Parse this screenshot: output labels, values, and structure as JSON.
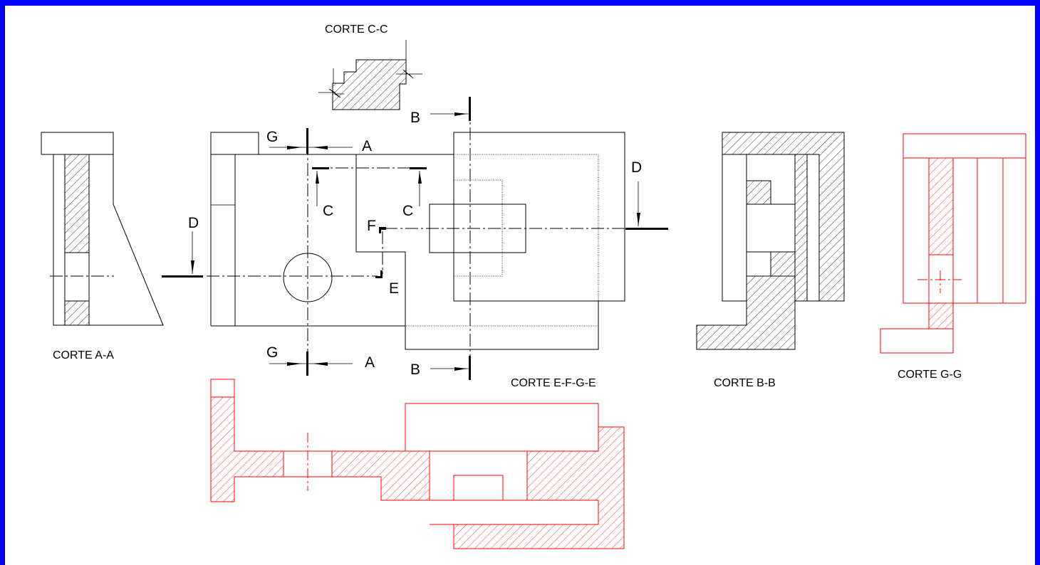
{
  "colors": {
    "border": "#0000ff",
    "line": "#000000",
    "accent": "#ff0000",
    "background": "#ffffff"
  },
  "labels": {
    "corte_cc": "CORTE  C-C",
    "corte_aa": "CORTE A-A",
    "corte_efge": "CORTE E-F-G-E",
    "corte_bb": "CORTE B-B",
    "corte_gg": "CORTE G-G"
  },
  "markers": {
    "g": "G",
    "a": "A",
    "b": "B",
    "c": "C",
    "d": "D",
    "e": "E",
    "f": "F"
  }
}
